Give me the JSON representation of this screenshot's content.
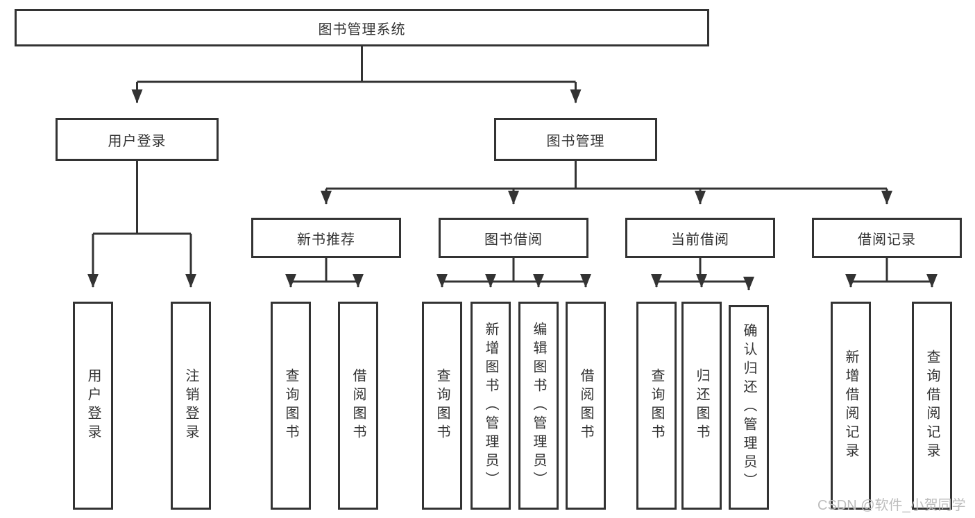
{
  "diagram": {
    "type": "tree",
    "colors": {
      "line": "#333333",
      "box_border": "#333333",
      "box_bg": "#ffffff",
      "text": "#333333",
      "watermark_text": "#bdbdbd"
    },
    "nodes": {
      "root": {
        "label": "图书管理系统",
        "level": 0
      },
      "user_login": {
        "label": "用户登录",
        "level": 1,
        "parent": "root"
      },
      "book_mgmt": {
        "label": "图书管理",
        "level": 1,
        "parent": "root"
      },
      "new_book_rec": {
        "label": "新书推荐",
        "level": 2,
        "parent": "book_mgmt"
      },
      "book_borrow": {
        "label": "图书借阅",
        "level": 2,
        "parent": "book_mgmt"
      },
      "current_borrow": {
        "label": "当前借阅",
        "level": 2,
        "parent": "book_mgmt"
      },
      "borrow_records": {
        "label": "借阅记录",
        "level": 2,
        "parent": "book_mgmt"
      },
      "leaf_user_login": {
        "label": "用户登录",
        "level": 3,
        "parent": "user_login"
      },
      "leaf_logout": {
        "label": "注销登录",
        "level": 3,
        "parent": "user_login"
      },
      "leaf_query_books_rec": {
        "label": "查询图书",
        "level": 3,
        "parent": "new_book_rec"
      },
      "leaf_borrow_books_rec": {
        "label": "借阅图书",
        "level": 3,
        "parent": "new_book_rec"
      },
      "leaf_query_books_borrow": {
        "label": "查询图书",
        "level": 3,
        "parent": "book_borrow"
      },
      "leaf_add_books": {
        "label": "新增图书（管理员）",
        "level": 3,
        "parent": "book_borrow"
      },
      "leaf_edit_books": {
        "label": "编辑图书（管理员）",
        "level": 3,
        "parent": "book_borrow"
      },
      "leaf_borrow_books_borrow": {
        "label": "借阅图书",
        "level": 3,
        "parent": "book_borrow"
      },
      "leaf_query_books_current": {
        "label": "查询图书",
        "level": 3,
        "parent": "current_borrow"
      },
      "leaf_return_books": {
        "label": "归还图书",
        "level": 3,
        "parent": "current_borrow"
      },
      "leaf_confirm_return": {
        "label": "确认归还（管理员）",
        "level": 3,
        "parent": "current_borrow"
      },
      "leaf_add_borrow_record": {
        "label": "新增借阅记录",
        "level": 3,
        "parent": "borrow_records"
      },
      "leaf_query_borrow_record": {
        "label": "查询借阅记录",
        "level": 3,
        "parent": "borrow_records"
      }
    },
    "watermark": "CSDN @软件_小贺同学"
  }
}
